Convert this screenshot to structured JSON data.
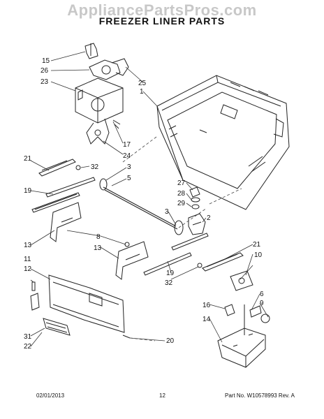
{
  "header": {
    "watermark": "AppliancePartsPros.com",
    "title": "FREEZER LINER PARTS"
  },
  "callouts": [
    "15",
    "26",
    "25",
    "23",
    "1",
    "17",
    "24",
    "21",
    "32",
    "3",
    "5",
    "19",
    "27",
    "28",
    "29",
    "3",
    "2",
    "13",
    "8",
    "13",
    "11",
    "12",
    "21",
    "10",
    "19",
    "32",
    "6",
    "16",
    "9",
    "14",
    "31",
    "22",
    "20"
  ],
  "footer": {
    "date": "02/01/2013",
    "page": "12",
    "part_no": "Part No. W10578993 Rev. A"
  }
}
